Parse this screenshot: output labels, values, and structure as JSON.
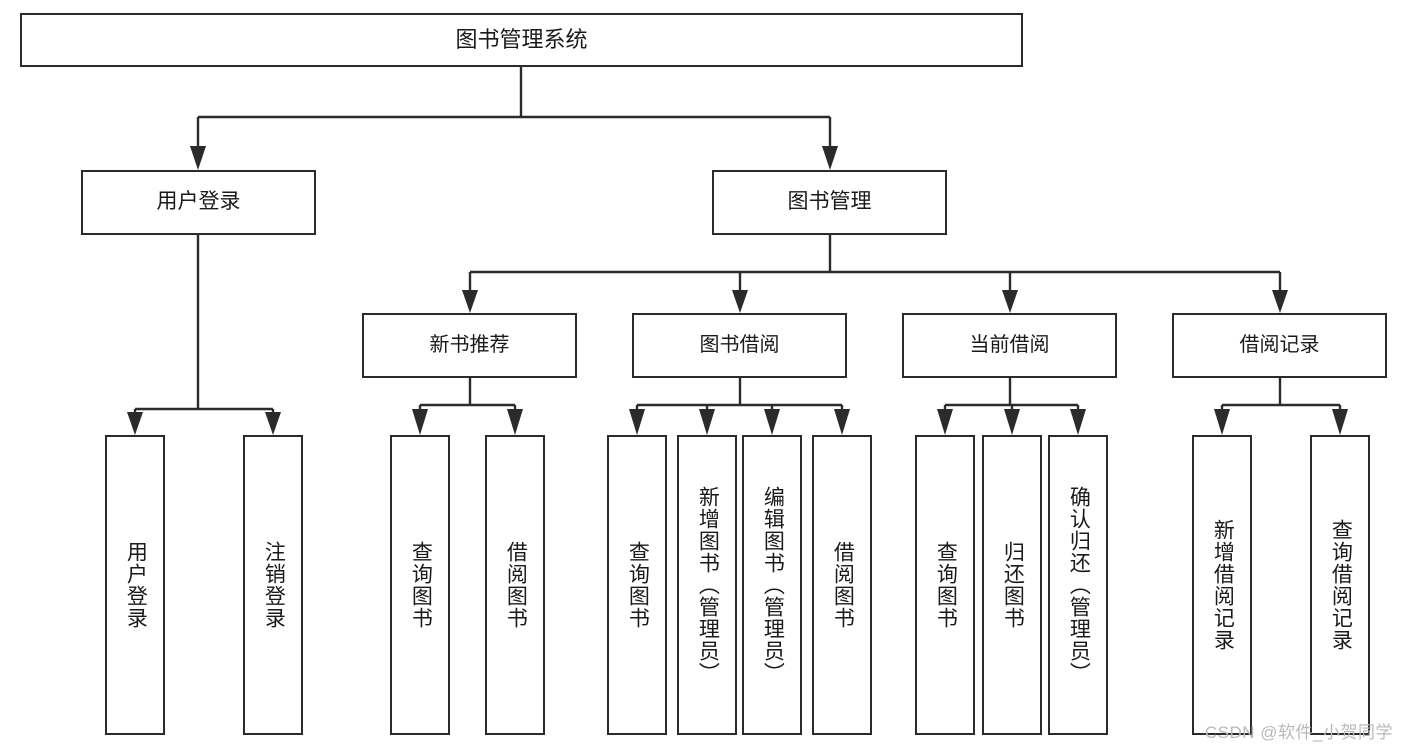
{
  "diagram": {
    "type": "tree",
    "title": "图书管理系统",
    "watermark": "CSDN @软件_小贺同学",
    "colors": {
      "box_border": "#2b2b2b",
      "box_fill": "#ffffff",
      "text": "#1a1a1a",
      "connector": "#2b2b2b",
      "watermark": "#b9b9b9",
      "background": "#ffffff"
    },
    "root": {
      "label": "图书管理系统"
    },
    "level2": [
      {
        "label": "用户登录"
      },
      {
        "label": "图书管理"
      }
    ],
    "level3": [
      {
        "label": "新书推荐"
      },
      {
        "label": "图书借阅"
      },
      {
        "label": "当前借阅"
      },
      {
        "label": "借阅记录"
      }
    ],
    "leaves": {
      "user_login": [
        {
          "label": "用户登录"
        },
        {
          "label": "注销登录"
        }
      ],
      "new_book_recommend": [
        {
          "label": "查询图书"
        },
        {
          "label": "借阅图书"
        }
      ],
      "book_borrow": [
        {
          "label": "查询图书"
        },
        {
          "label": "新增图书（管理员）"
        },
        {
          "label": "编辑图书（管理员）"
        },
        {
          "label": "借阅图书"
        }
      ],
      "current_borrow": [
        {
          "label": "查询图书"
        },
        {
          "label": "归还图书"
        },
        {
          "label": "确认归还（管理员）"
        }
      ],
      "borrow_record": [
        {
          "label": "新增借阅记录"
        },
        {
          "label": "查询借阅记录"
        }
      ]
    }
  }
}
